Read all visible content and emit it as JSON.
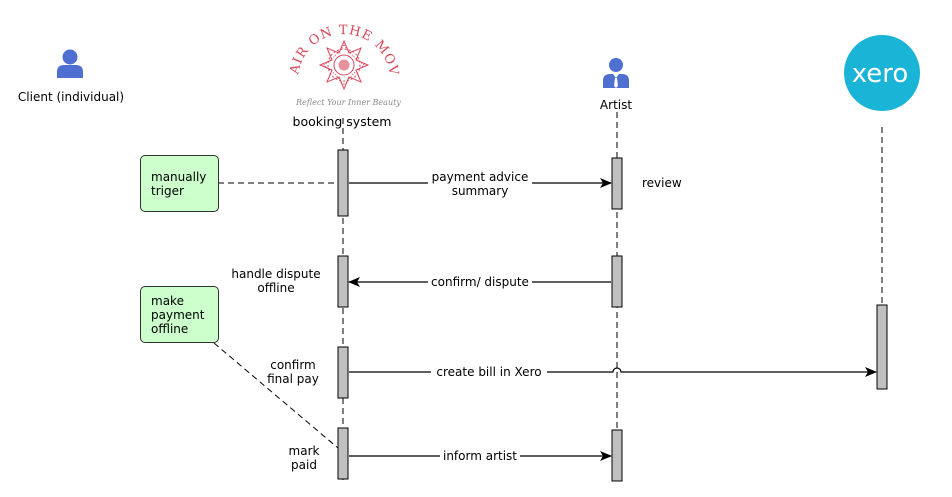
{
  "participants": {
    "client": {
      "label": "Client (individual)",
      "icon": "person-icon",
      "color": "#4f6fd1"
    },
    "booking": {
      "label": "booking system",
      "logo_text": "HAIR ON THE MOVE",
      "tagline": "Reflect Your Inner Beauty",
      "logo_color": "#d9475b"
    },
    "artist": {
      "label": "Artist",
      "icon": "business-person-icon",
      "color": "#4f6fd1"
    },
    "xero": {
      "logo_text": "xero",
      "color": "#1ab4d7"
    }
  },
  "notes": [
    {
      "id": "manually-trigger",
      "lines": [
        "manually",
        "triger"
      ]
    },
    {
      "id": "make-payment-offline",
      "lines": [
        "make",
        "payment",
        "offline"
      ]
    }
  ],
  "messages": [
    {
      "id": "payment-advice-summary",
      "lines": [
        "payment advice",
        "summary"
      ],
      "from": "booking",
      "to": "artist"
    },
    {
      "id": "confirm-dispute",
      "lines": [
        "confirm/ dispute"
      ],
      "from": "artist",
      "to": "booking"
    },
    {
      "id": "create-bill-in-xero",
      "lines": [
        "create bill in Xero"
      ],
      "from": "booking",
      "to": "xero"
    },
    {
      "id": "inform-artist",
      "lines": [
        "inform artist"
      ],
      "from": "booking",
      "to": "artist"
    }
  ],
  "activation_labels": {
    "review": "review",
    "handle_dispute": [
      "handle dispute",
      "offline"
    ],
    "confirm_final_pay": [
      "confirm",
      "final pay"
    ],
    "mark_paid": [
      "mark",
      "paid"
    ]
  },
  "colors": {
    "note_fill": "#ccffcc",
    "activation_fill": "#c0c0c0"
  }
}
